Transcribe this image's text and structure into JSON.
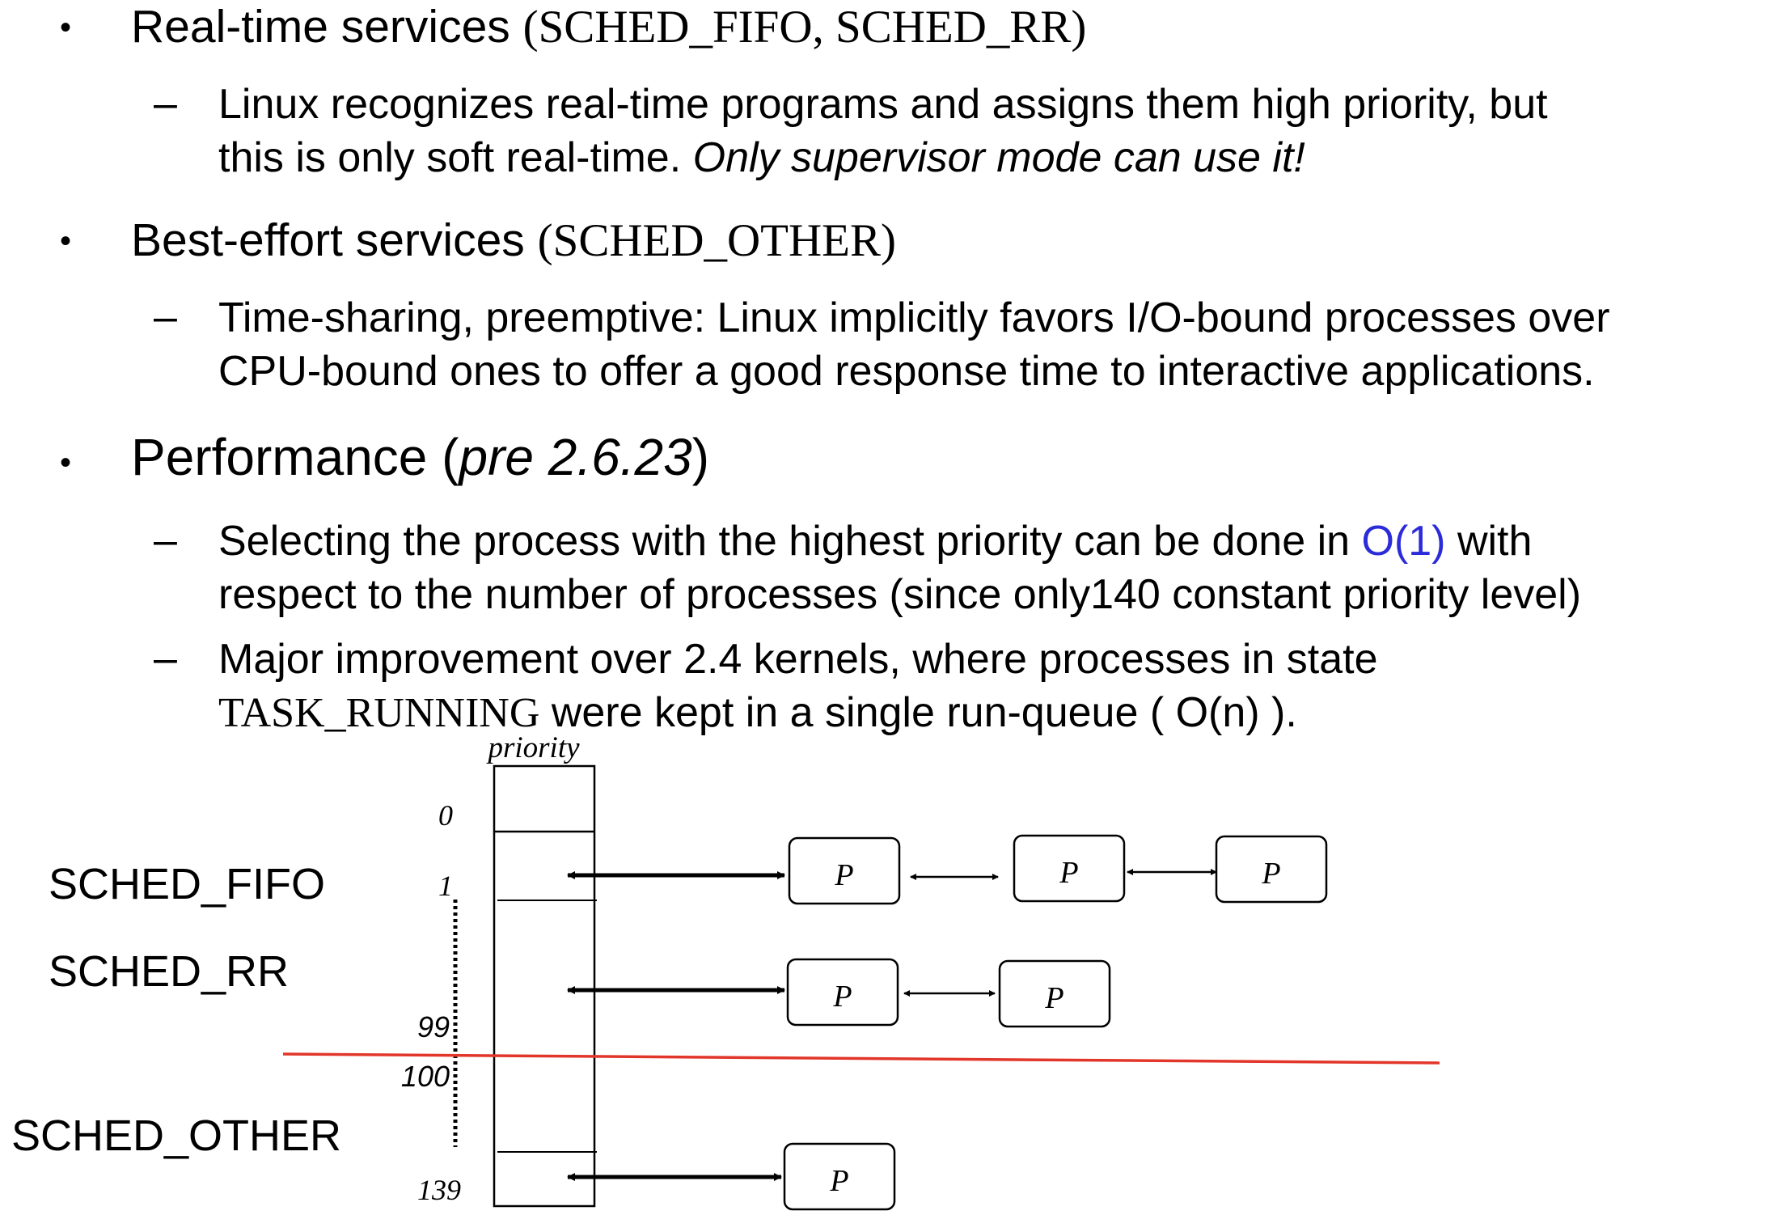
{
  "bullets": [
    {
      "main": "Real-time services",
      "paren": "(SCHED_FIFO, SCHED_RR)",
      "sub": [
        {
          "line1": "Linux recognizes real-time programs and assigns them high priority, but",
          "line2_normal": "this is only soft real-time. ",
          "line2_italic": "Only supervisor mode can use it!"
        }
      ]
    },
    {
      "main": "Best-effort services",
      "paren": "(SCHED_OTHER)",
      "sub": [
        {
          "line1": "Time-sharing, preemptive: Linux implicitly favors I/O-bound processes over",
          "line2": "CPU-bound ones to offer a good response time to interactive applications."
        }
      ]
    },
    {
      "main_prefix": "Performance (",
      "main_italic": "pre 2.6.23",
      "main_suffix": ")",
      "sub": [
        {
          "line1_pre": "Selecting the process with the highest priority can be done in ",
          "line1_hl": "O(1)",
          "line1_post": " with",
          "line2": "respect to the number of processes (since only140 constant priority level)"
        },
        {
          "line1": "Major improvement over 2.4 kernels, where processes in state",
          "line2_serif": "TASK_RUNNING",
          "line2_post": " were kept in a single run-queue ( O(n) )."
        }
      ]
    }
  ],
  "bullet_symbol": "•",
  "dash_symbol": "–",
  "diagram": {
    "column_label": "priority",
    "policy_labels": [
      "SCHED_FIFO",
      "SCHED_RR",
      "SCHED_OTHER"
    ],
    "priority_numbers": [
      "0",
      "1",
      "99",
      "100",
      "139"
    ],
    "process_label": "P",
    "divider_color": "#e2362a",
    "highlight_color": "#2b2bd9"
  }
}
